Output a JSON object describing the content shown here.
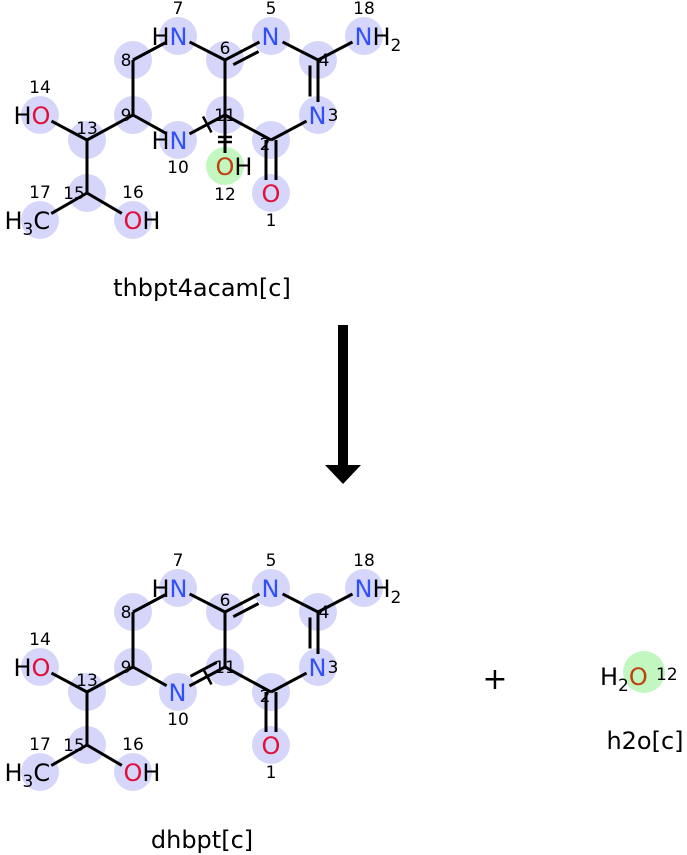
{
  "colors": {
    "N": "#3050F8",
    "O": "#E0103A",
    "O_moved": "#C04010",
    "C": "#000000",
    "highlight": "#D6D6FA",
    "moved_highlight": "#C2F8C0"
  },
  "reactant": {
    "name": "thbpt4acam[c]",
    "atoms": [
      {
        "id": "1",
        "pre": "",
        "el": "O",
        "post": "",
        "sub": ""
      },
      {
        "id": "2",
        "pre": "",
        "el": "",
        "post": "",
        "sub": ""
      },
      {
        "id": "3",
        "pre": "",
        "el": "N",
        "post": "",
        "sub": ""
      },
      {
        "id": "4",
        "pre": "",
        "el": "",
        "post": "",
        "sub": ""
      },
      {
        "id": "5",
        "pre": "",
        "el": "N",
        "post": "",
        "sub": ""
      },
      {
        "id": "6",
        "pre": "",
        "el": "",
        "post": "",
        "sub": ""
      },
      {
        "id": "7",
        "pre": "H",
        "el": "N",
        "post": "",
        "sub": ""
      },
      {
        "id": "8",
        "pre": "",
        "el": "",
        "post": "",
        "sub": ""
      },
      {
        "id": "9",
        "pre": "",
        "el": "",
        "post": "",
        "sub": ""
      },
      {
        "id": "10",
        "pre": "H",
        "el": "N",
        "post": "",
        "sub": ""
      },
      {
        "id": "11",
        "pre": "",
        "el": "",
        "post": "",
        "sub": ""
      },
      {
        "id": "12",
        "pre": "",
        "el": "O",
        "post": "H",
        "sub": ""
      },
      {
        "id": "13",
        "pre": "",
        "el": "",
        "post": "",
        "sub": ""
      },
      {
        "id": "14",
        "pre": "H",
        "el": "O",
        "post": "",
        "sub": ""
      },
      {
        "id": "15",
        "pre": "",
        "el": "",
        "post": "",
        "sub": ""
      },
      {
        "id": "16",
        "pre": "",
        "el": "O",
        "post": "H",
        "sub": ""
      },
      {
        "id": "17",
        "pre": "H",
        "el": "C",
        "post": "",
        "sub": "3"
      },
      {
        "id": "18",
        "pre": "",
        "el": "N",
        "post": "H",
        "sub": "2"
      }
    ]
  },
  "products": [
    {
      "name": "dhbpt[c]",
      "atoms": [
        {
          "id": "1",
          "pre": "",
          "el": "O",
          "post": "",
          "sub": ""
        },
        {
          "id": "2",
          "pre": "",
          "el": "",
          "post": "",
          "sub": ""
        },
        {
          "id": "3",
          "pre": "",
          "el": "N",
          "post": "",
          "sub": ""
        },
        {
          "id": "4",
          "pre": "",
          "el": "",
          "post": "",
          "sub": ""
        },
        {
          "id": "5",
          "pre": "",
          "el": "N",
          "post": "",
          "sub": ""
        },
        {
          "id": "6",
          "pre": "",
          "el": "",
          "post": "",
          "sub": ""
        },
        {
          "id": "7",
          "pre": "H",
          "el": "N",
          "post": "",
          "sub": ""
        },
        {
          "id": "8",
          "pre": "",
          "el": "",
          "post": "",
          "sub": ""
        },
        {
          "id": "9",
          "pre": "",
          "el": "",
          "post": "",
          "sub": ""
        },
        {
          "id": "10",
          "pre": "",
          "el": "N",
          "post": "",
          "sub": ""
        },
        {
          "id": "11",
          "pre": "",
          "el": "",
          "post": "",
          "sub": ""
        },
        {
          "id": "13",
          "pre": "",
          "el": "",
          "post": "",
          "sub": ""
        },
        {
          "id": "14",
          "pre": "H",
          "el": "O",
          "post": "",
          "sub": ""
        },
        {
          "id": "15",
          "pre": "",
          "el": "",
          "post": "",
          "sub": ""
        },
        {
          "id": "16",
          "pre": "",
          "el": "O",
          "post": "H",
          "sub": ""
        },
        {
          "id": "17",
          "pre": "H",
          "el": "C",
          "post": "",
          "sub": "3"
        },
        {
          "id": "18",
          "pre": "",
          "el": "N",
          "post": "H",
          "sub": "2"
        }
      ]
    },
    {
      "name": "h2o[c]",
      "formula_pre": "H",
      "formula_sub": "2",
      "formula_el": "O",
      "atom_id": "12"
    }
  ],
  "plus_sign": "+"
}
